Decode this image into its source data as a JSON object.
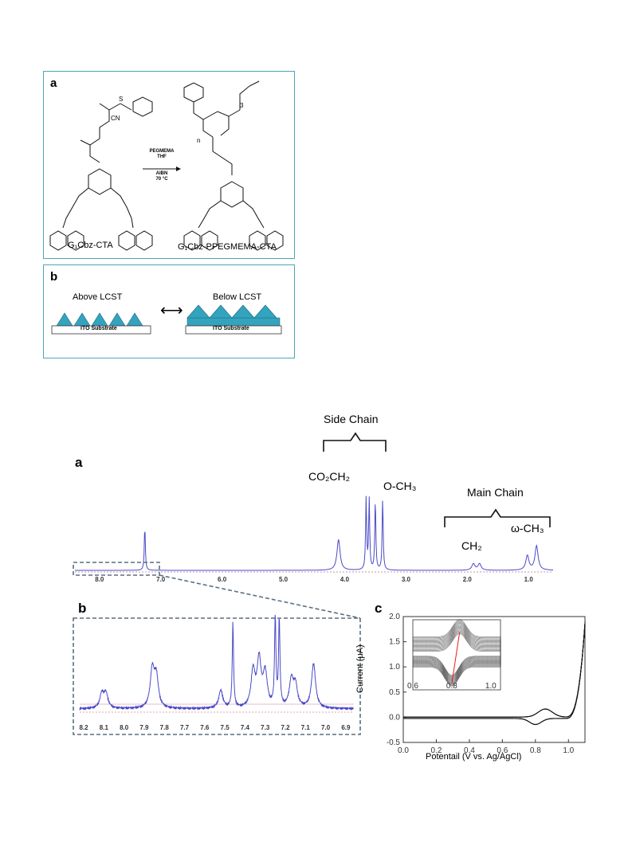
{
  "scheme": {
    "panel_a": {
      "label": "a",
      "reactant": "G₁Cbz-CTA",
      "product": "G₁Cbz-PPEGMEMA-CTA",
      "conditions": [
        "PEGMEMA",
        "THF",
        "AIBN",
        "70 °C"
      ],
      "cn_label": "CN",
      "s_label": "S",
      "n_label": "n",
      "three_label": "3"
    },
    "panel_b": {
      "label": "b",
      "left_title": "Above LCST",
      "right_title": "Below LCST",
      "substrate": "ITO Substrate",
      "arrow": "⟷"
    }
  },
  "nmr": {
    "label_a": "a",
    "label_b": "b",
    "side_chain": "Side Chain",
    "main_chain": "Main Chain",
    "co2ch2": "CO₂CH₂",
    "och3": "O-CH₃",
    "ch2": "CH₂",
    "omega_ch3": "ω-CH₃"
  },
  "chart_data": [
    {
      "type": "line",
      "title": "",
      "xlabel": "",
      "ylabel": "",
      "x_ticks": [
        "8.0",
        "7.0",
        "6.0",
        "5.0",
        "4.0",
        "3.0",
        "2.0",
        "1.0"
      ],
      "xlim": [
        8.4,
        0.6
      ],
      "series": [
        {
          "values_ppm": [
            7.26,
            4.1,
            3.65,
            3.6,
            3.5,
            3.38,
            1.9,
            1.8,
            1.02,
            0.87
          ],
          "heights": [
            0.55,
            0.38,
            0.88,
            0.88,
            0.88,
            0.88,
            0.08,
            0.08,
            0.18,
            0.3
          ]
        }
      ]
    },
    {
      "type": "line",
      "title": "",
      "xlabel": "",
      "ylabel": "",
      "x_ticks": [
        "8.2",
        "8.1",
        "8.0",
        "7.9",
        "7.8",
        "7.7",
        "7.6",
        "7.5",
        "7.4",
        "7.3",
        "7.2",
        "7.1",
        "7.0",
        "6.9"
      ],
      "xlim": [
        8.22,
        6.86
      ]
    },
    {
      "type": "line",
      "label": "c",
      "xlabel": "Potentail (V vs. Ag/AgCl)",
      "ylabel": "Current (μA)",
      "xlim": [
        0.0,
        1.1
      ],
      "ylim": [
        -0.5,
        2.0
      ],
      "x_ticks": [
        "0.0",
        "0.2",
        "0.4",
        "0.6",
        "0.8",
        "1.0"
      ],
      "y_ticks": [
        "-0.5",
        "0.0",
        "0.5",
        "1.0",
        "1.5",
        "2.0"
      ],
      "inset_x_ticks": [
        "0.6",
        "0.8",
        "1.0"
      ]
    }
  ]
}
